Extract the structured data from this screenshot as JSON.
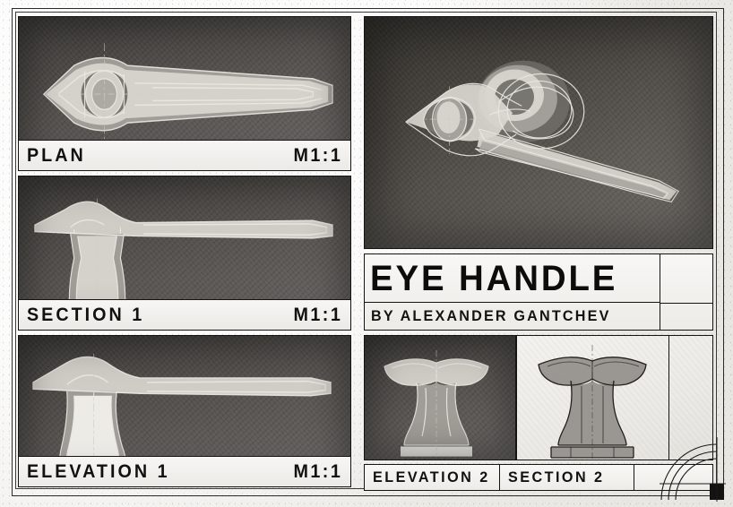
{
  "sheet": {
    "kind": "technical-presentation-board",
    "medium": "graphite pencil drawing on paper, scanned",
    "paper_color": "#f1efec",
    "ink_color": "#111110"
  },
  "title_block": {
    "title": "EYE HANDLE",
    "author_line": "BY ALEXANDER GANTCHEV",
    "logo_box_empty": true,
    "note_box_empty": true
  },
  "panels": [
    {
      "id": "plan",
      "label": "PLAN",
      "scale": "M1:1",
      "background": "dark",
      "column": "left",
      "order": 1,
      "description": "Top view of an eye-shaped door lever handle with circular rose boss and tapered blade"
    },
    {
      "id": "section-1",
      "label": "SECTION 1",
      "scale": "M1:1",
      "background": "dark",
      "column": "left",
      "order": 2,
      "description": "Longitudinal cut-away showing hollow lever, flared neck and stepped base plate"
    },
    {
      "id": "elevation-1",
      "label": "ELEVATION 1",
      "scale": "M1:1",
      "background": "dark",
      "column": "left",
      "order": 3,
      "description": "Side elevation of the lever handle on its pedestal rose"
    },
    {
      "id": "perspective",
      "label": "",
      "scale": "",
      "background": "dark",
      "column": "right",
      "order": 1,
      "description": "Three-quarter perspective rendering of the handle mounted on a round rose"
    },
    {
      "id": "elevation-2",
      "label": "ELEVATION 2",
      "scale": "",
      "background": "dark",
      "column": "right",
      "order": 2,
      "description": "Front elevation of the neck and saddle seen end-on"
    },
    {
      "id": "section-2",
      "label": "SECTION 2",
      "scale": "",
      "background": "light",
      "column": "right",
      "order": 3,
      "description": "Cross section through the neck with cut hatching on white ground"
    }
  ],
  "corner_mark": {
    "name": "quarter-arc-registration-mark",
    "arc_count": 3,
    "has_solid_square": true
  }
}
